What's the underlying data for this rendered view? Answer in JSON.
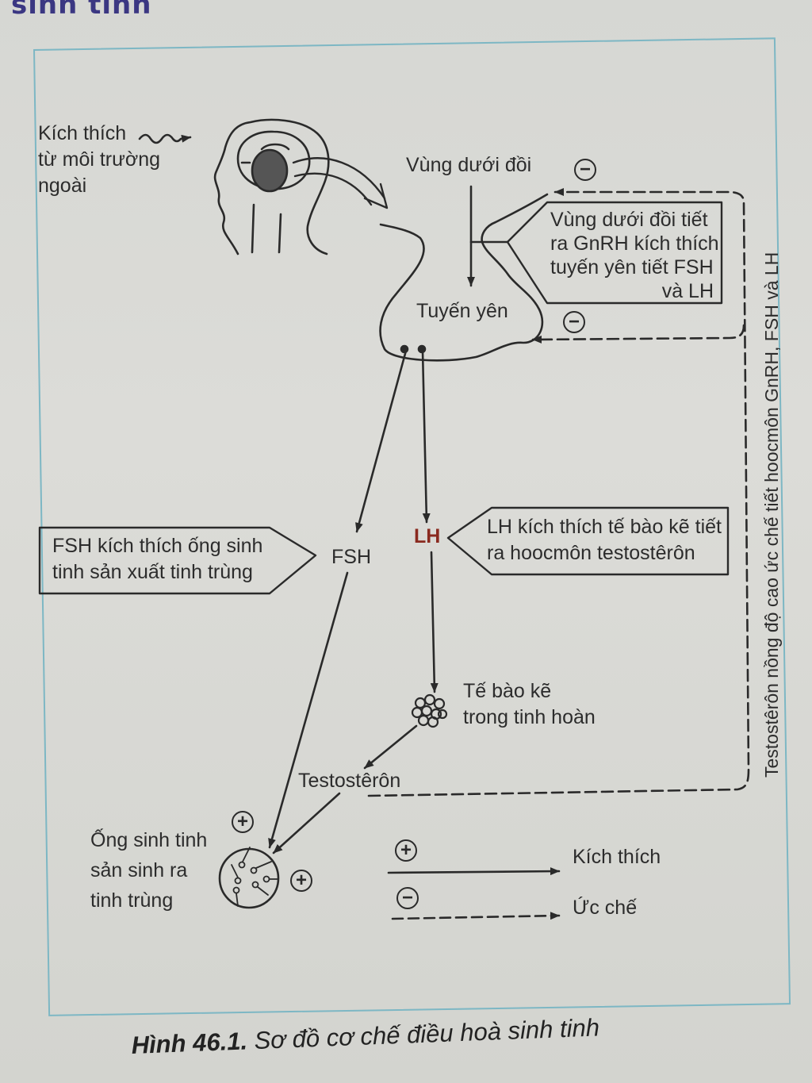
{
  "page": {
    "heading_fragment": "sinh tinh",
    "figure_caption_number": "Hình 46.1.",
    "figure_caption_text": "Sơ đồ cơ chế điều hoà sinh tinh"
  },
  "diagram": {
    "stimulus_label": [
      "Kích thích",
      "từ môi trường",
      "ngoài"
    ],
    "hypothalamus_label": "Vùng dưới đồi",
    "pituitary_label": "Tuyến yên",
    "hypothalamus_box": [
      "Vùng dưới đồi tiết",
      "ra GnRH kích thích",
      "tuyến yên tiết FSH",
      "và LH"
    ],
    "fsh_label": "FSH",
    "lh_label": "LH",
    "fsh_box": [
      "FSH kích thích ống sinh",
      "tinh sản xuất tinh trùng"
    ],
    "lh_box": [
      "LH kích thích tế bào kẽ tiết",
      "ra hoocmôn testostêrôn"
    ],
    "leydig_label": [
      "Tế bào kẽ",
      "trong tinh hoàn"
    ],
    "testosterone_label": "Testostêrôn",
    "tubule_label": [
      "Ống sinh tinh",
      "sản sinh ra",
      "tinh trùng"
    ],
    "feedback_caption": "Testostêrôn nồng độ cao ức chế tiết hoocmôn GnRH, FSH và LH",
    "signs": {
      "inhibit_symbol": "−",
      "stimulate_symbol": "+"
    },
    "legend": {
      "stimulate_label": "Kích thích",
      "inhibit_label": "Ức chế"
    }
  },
  "colors": {
    "frame_border": "#7db7c4",
    "heading": "#3b3782",
    "lh_label": "#8a2a1f",
    "ink": "#2a2a2a"
  }
}
